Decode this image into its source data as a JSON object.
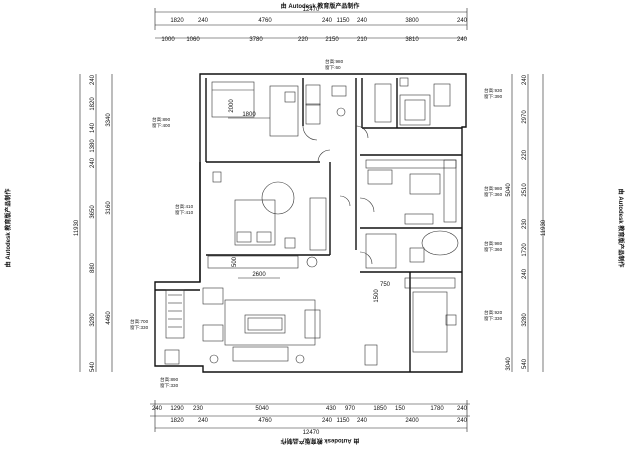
{
  "watermark": "由 Autodesk 教育版产品制作",
  "top_dims": {
    "total": "12470",
    "row1": [
      "1820",
      "240",
      "4760",
      "240",
      "1150",
      "240",
      "3800",
      "240"
    ],
    "row2": [
      "1000",
      "1060",
      "3780",
      "220",
      "2150",
      "210",
      "3810",
      "240"
    ]
  },
  "bottom_dims": {
    "row1": [
      "240",
      "1290",
      "230",
      "5040",
      "430",
      "970",
      "1850",
      "150",
      "1780",
      "240"
    ],
    "row2": [
      "1820",
      "240",
      "4760",
      "240",
      "1150",
      "240",
      "2400",
      "240"
    ],
    "total": "12470"
  },
  "left_dims": {
    "total": "11930",
    "outer": [
      "240",
      "1820",
      "140",
      "1380",
      "240",
      "3650",
      "880",
      "3280",
      "540"
    ],
    "inner": [
      "3340",
      "3160",
      "4460"
    ]
  },
  "right_dims": {
    "total": "11930",
    "outer": [
      "240",
      "2970",
      "220",
      "2510",
      "230",
      "1720",
      "240",
      "3280",
      "540"
    ],
    "inner": [
      "5040"
    ],
    "bottom_tick": "3040"
  },
  "room_dims": {
    "bedroom1_width": "1800",
    "bedroom1_height": "2000",
    "living_width": "2600",
    "living_depth": "500",
    "kitchen_a": "1500",
    "kitchen_b": "750"
  },
  "sill_labels": [
    {
      "id": "a",
      "line1": "台高:980",
      "line2": "窗下:60"
    },
    {
      "id": "b",
      "line1": "台高:930",
      "line2": "窗下:390"
    },
    {
      "id": "c",
      "line1": "台高:890",
      "line2": "窗下:400"
    },
    {
      "id": "d",
      "line1": "台高:980",
      "line2": "窗下:360"
    },
    {
      "id": "e",
      "line1": "台高:410",
      "line2": "窗下:410"
    },
    {
      "id": "f",
      "line1": "台高:980",
      "line2": "窗下:360"
    },
    {
      "id": "g",
      "line1": "台高:700",
      "line2": "窗下:330"
    },
    {
      "id": "h",
      "line1": "台高:920",
      "line2": "窗下:330"
    },
    {
      "id": "i",
      "line1": "台高:890",
      "line2": "窗下:330"
    }
  ]
}
